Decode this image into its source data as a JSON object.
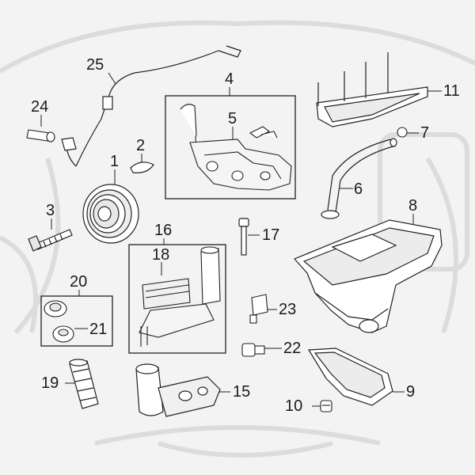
{
  "diagram": {
    "colors": {
      "background": "#f3f3f3",
      "ghost": "#d9d9d9",
      "line": "#222222",
      "part_fill": "#ffffff",
      "part_shade": "#e4e4e4",
      "box": "#222222"
    },
    "callouts": [
      {
        "id": "c1",
        "label": "1"
      },
      {
        "id": "c2",
        "label": "2"
      },
      {
        "id": "c3",
        "label": "3"
      },
      {
        "id": "c4",
        "label": "4"
      },
      {
        "id": "c5",
        "label": "5"
      },
      {
        "id": "c6",
        "label": "6"
      },
      {
        "id": "c7",
        "label": "7"
      },
      {
        "id": "c8",
        "label": "8"
      },
      {
        "id": "c9",
        "label": "9"
      },
      {
        "id": "c10",
        "label": "10"
      },
      {
        "id": "c11",
        "label": "11"
      },
      {
        "id": "c15",
        "label": "15"
      },
      {
        "id": "c16",
        "label": "16"
      },
      {
        "id": "c17",
        "label": "17"
      },
      {
        "id": "c18",
        "label": "18"
      },
      {
        "id": "c19",
        "label": "19"
      },
      {
        "id": "c20",
        "label": "20"
      },
      {
        "id": "c21",
        "label": "21"
      },
      {
        "id": "c22",
        "label": "22"
      },
      {
        "id": "c23",
        "label": "23"
      },
      {
        "id": "c24",
        "label": "24"
      },
      {
        "id": "c25",
        "label": "25"
      }
    ]
  }
}
